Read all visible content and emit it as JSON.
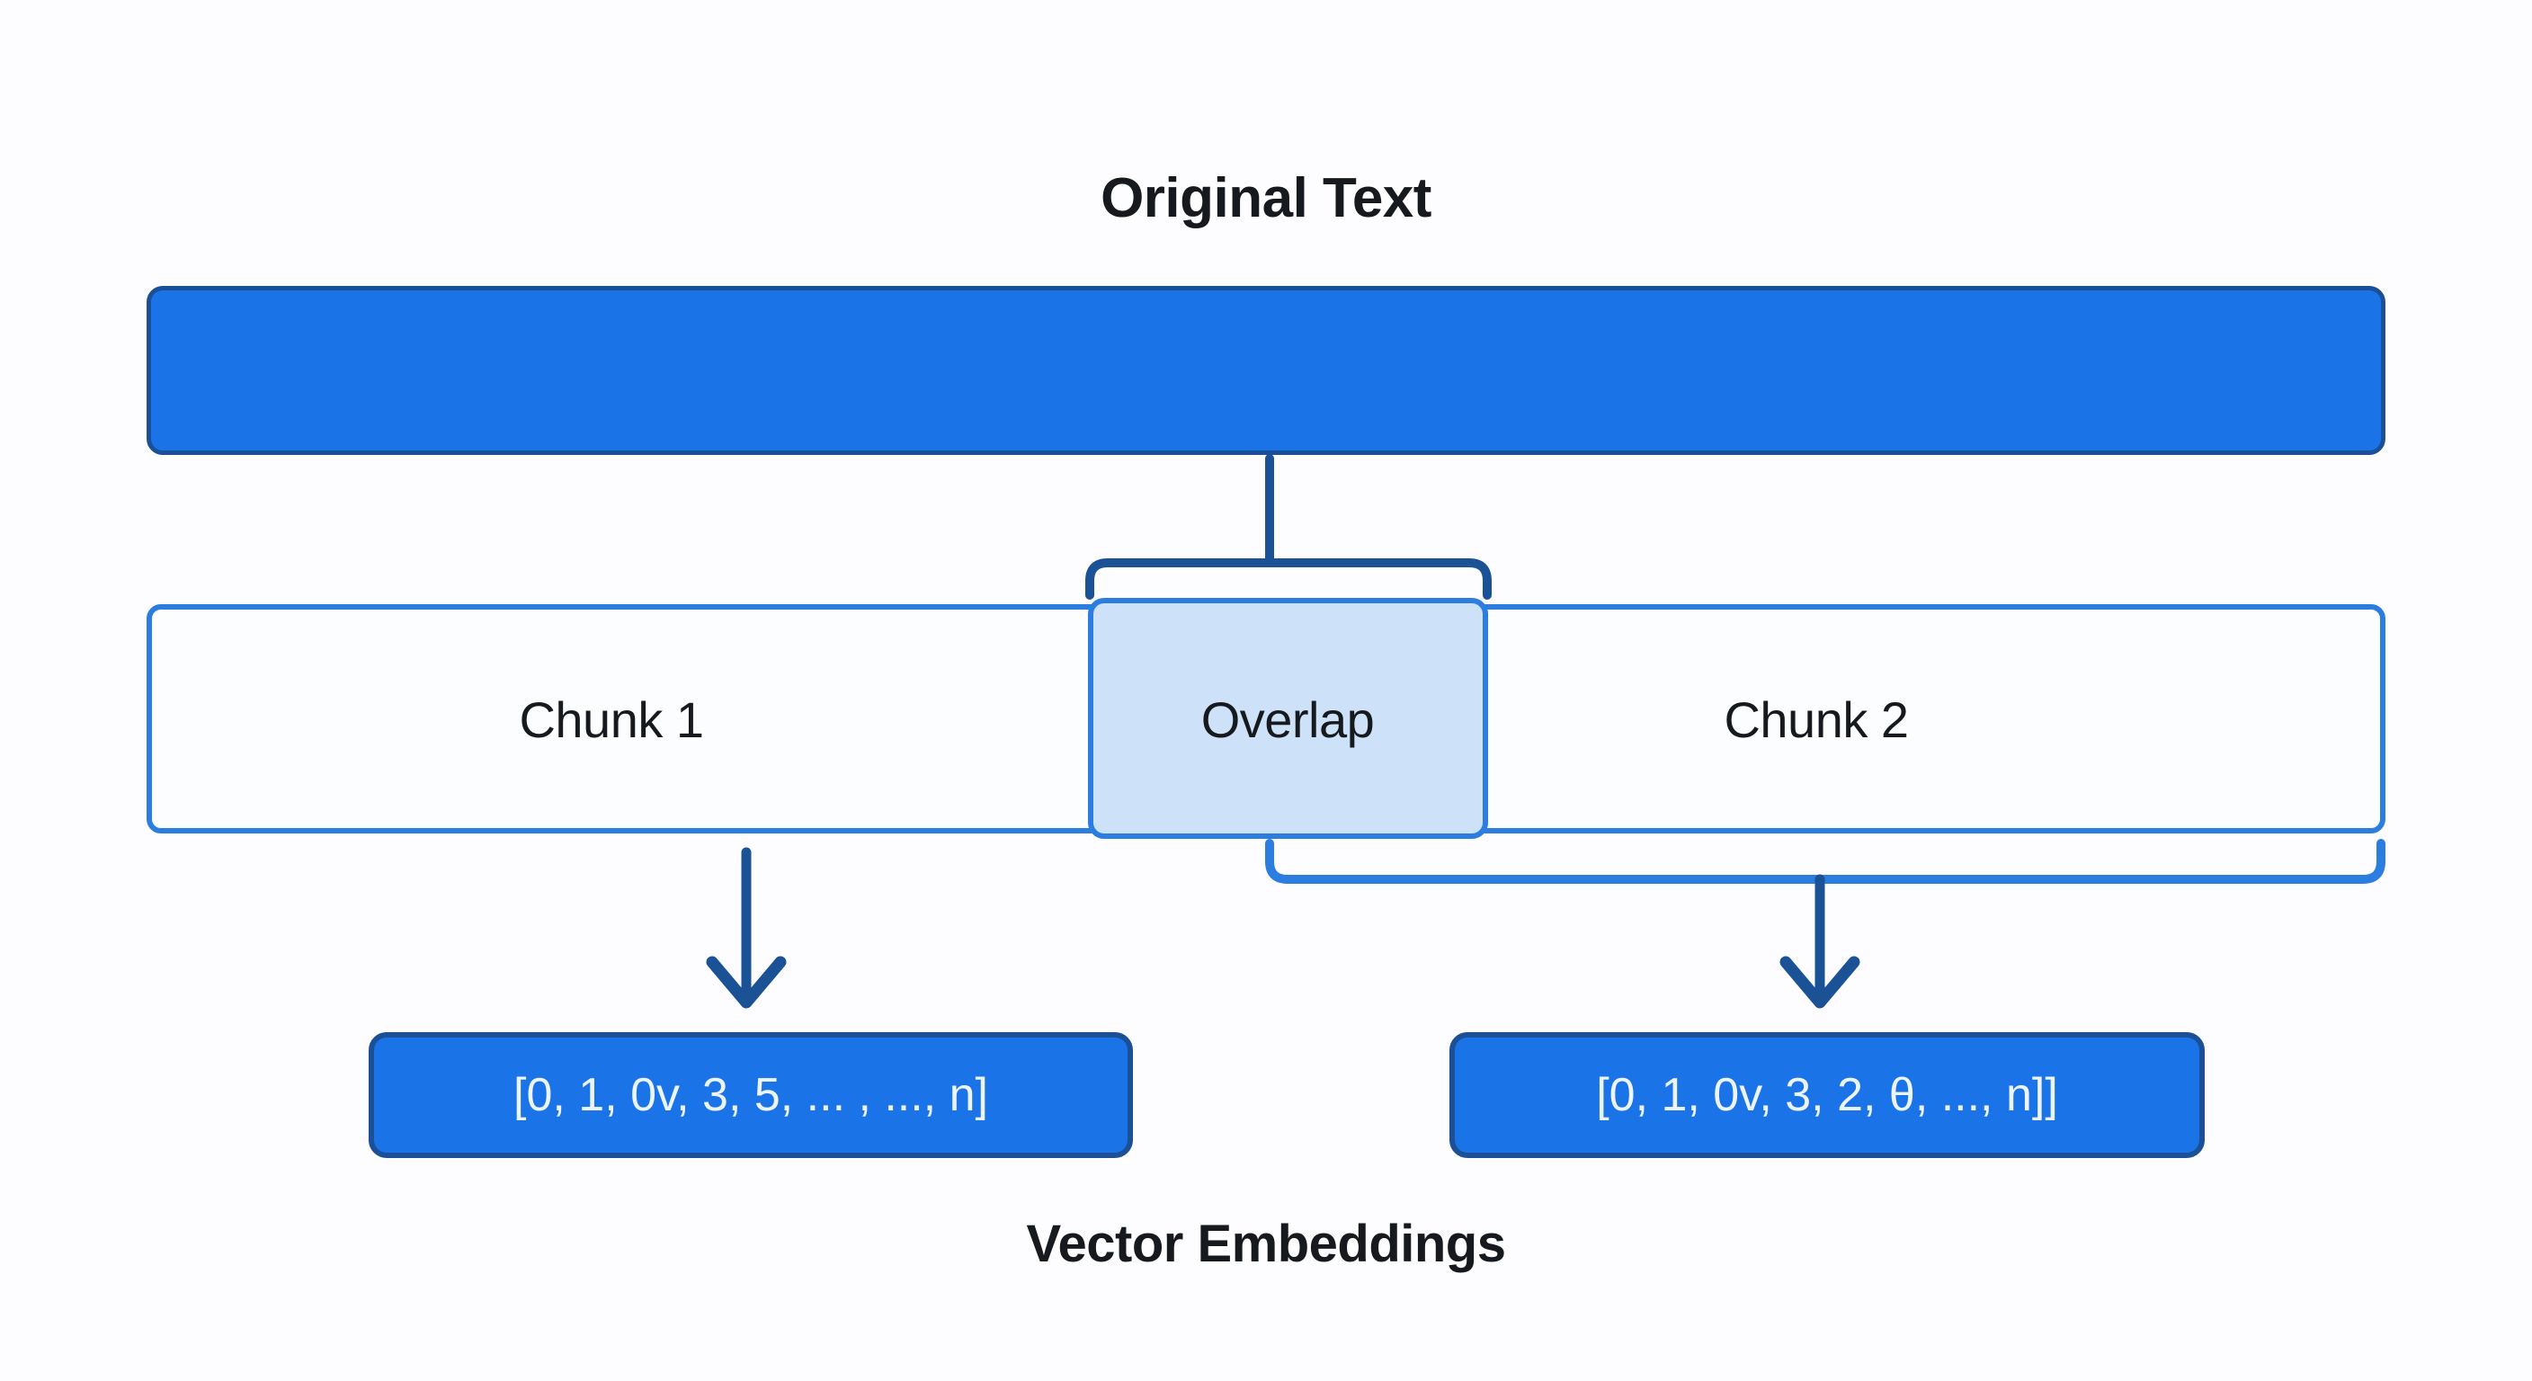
{
  "diagram": {
    "title_top": "Original Text",
    "title_bottom": "Vector Embeddings",
    "source_bar": {
      "label": "",
      "fill_color": "#1a74e8",
      "border_color": "#1b4f96"
    },
    "chunks": [
      {
        "label": "Chunk 1"
      },
      {
        "label": "Overlap"
      },
      {
        "label": "Chunk 2"
      }
    ],
    "overlap": {
      "label": "Overlap",
      "fill_color": "#cde2f9",
      "border_color": "#2b7de0"
    },
    "chunk_container": {
      "border_color": "#2b7de0",
      "fill_color": "#fcfdff"
    },
    "vectors": [
      {
        "text": "[0, 1, 0v, 3, 5, ... , ..., n]"
      },
      {
        "text": "[0, 1, 0v, 3, 2, θ, ..., n]]"
      }
    ],
    "connectors": {
      "bracket_top_color": "#1b5296",
      "bracket_bottom_color": "#2b7de0",
      "arrow_color": "#1b5296"
    },
    "colors": {
      "background": "#fdfdff",
      "text": "#16191d",
      "accent_blue": "#1a74e8",
      "light_blue": "#cde2f9",
      "dark_blue": "#1b4f96"
    }
  }
}
